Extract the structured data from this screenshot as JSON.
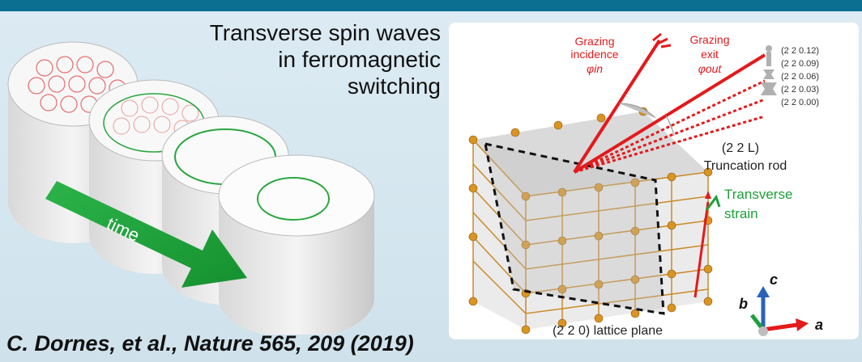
{
  "title_lines": [
    "Transverse spin waves",
    "in ferromagnetic",
    "switching"
  ],
  "arrow_label": "time",
  "labels": {
    "grazing_incidence": [
      "Grazing",
      "incidence",
      "φin"
    ],
    "grazing_exit": [
      "Grazing",
      "exit",
      "φout"
    ],
    "truncation_index": "(2 2 L)",
    "truncation_rod": "Truncation rod",
    "transverse_strain": [
      "Transverse",
      "strain"
    ],
    "lattice_plane": "(2 2 0) lattice plane",
    "axis_a": "a",
    "axis_b": "b",
    "axis_c": "c"
  },
  "rod_ticks": [
    "(2 2 0.12)",
    "(2 2 0.09)",
    "(2 2 0.06)",
    "(2 2 0.03)",
    "(2 2 0.00)"
  ],
  "citation": "C. Dornes, et al., Nature 565, 209 (2019)",
  "colors": {
    "header": "#0b6f91",
    "red": "#e31a1c",
    "green": "#1fa03a",
    "gold": "#d99422",
    "axis_blue": "#2a62b8"
  }
}
